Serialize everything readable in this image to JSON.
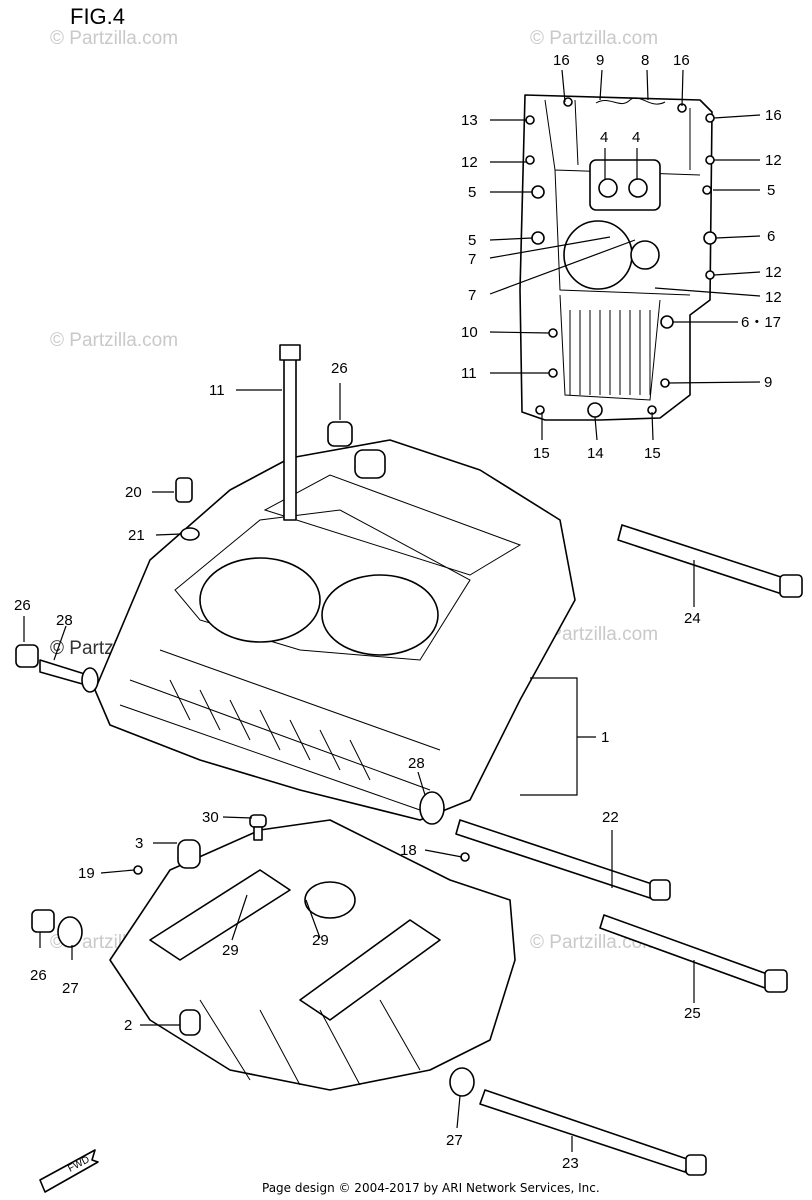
{
  "figure_title": "FIG.4",
  "watermark": "© Partzilla.com",
  "footer": "Page design © 2004-2017 by ARI Network Services, Inc.",
  "fwd_label": "FWD",
  "callouts": [
    {
      "id": "16a",
      "text": "16"
    },
    {
      "id": "9a",
      "text": "9"
    },
    {
      "id": "8",
      "text": "8"
    },
    {
      "id": "16b",
      "text": "16"
    },
    {
      "id": "13",
      "text": "13"
    },
    {
      "id": "16c",
      "text": "16"
    },
    {
      "id": "4a",
      "text": "4"
    },
    {
      "id": "4b",
      "text": "4"
    },
    {
      "id": "12a",
      "text": "12"
    },
    {
      "id": "12b",
      "text": "12"
    },
    {
      "id": "5a",
      "text": "5"
    },
    {
      "id": "5b",
      "text": "5"
    },
    {
      "id": "5c",
      "text": "5"
    },
    {
      "id": "6",
      "text": "6"
    },
    {
      "id": "7a",
      "text": "7"
    },
    {
      "id": "12c",
      "text": "12"
    },
    {
      "id": "7b",
      "text": "7"
    },
    {
      "id": "12d",
      "text": "12"
    },
    {
      "id": "10",
      "text": "10"
    },
    {
      "id": "617",
      "text": "6・17"
    },
    {
      "id": "11a",
      "text": "11"
    },
    {
      "id": "9b",
      "text": "9"
    },
    {
      "id": "15a",
      "text": "15"
    },
    {
      "id": "14",
      "text": "14"
    },
    {
      "id": "15b",
      "text": "15"
    },
    {
      "id": "11b",
      "text": "11"
    },
    {
      "id": "26a",
      "text": "26"
    },
    {
      "id": "20",
      "text": "20"
    },
    {
      "id": "21",
      "text": "21"
    },
    {
      "id": "26b",
      "text": "26"
    },
    {
      "id": "28a",
      "text": "28"
    },
    {
      "id": "24",
      "text": "24"
    },
    {
      "id": "1",
      "text": "1"
    },
    {
      "id": "28b",
      "text": "28"
    },
    {
      "id": "30",
      "text": "30"
    },
    {
      "id": "22",
      "text": "22"
    },
    {
      "id": "3",
      "text": "3"
    },
    {
      "id": "18",
      "text": "18"
    },
    {
      "id": "19",
      "text": "19"
    },
    {
      "id": "29a",
      "text": "29"
    },
    {
      "id": "29b",
      "text": "29"
    },
    {
      "id": "26c",
      "text": "26"
    },
    {
      "id": "27a",
      "text": "27"
    },
    {
      "id": "25",
      "text": "25"
    },
    {
      "id": "2",
      "text": "2"
    },
    {
      "id": "27b",
      "text": "27"
    },
    {
      "id": "23",
      "text": "23"
    }
  ]
}
